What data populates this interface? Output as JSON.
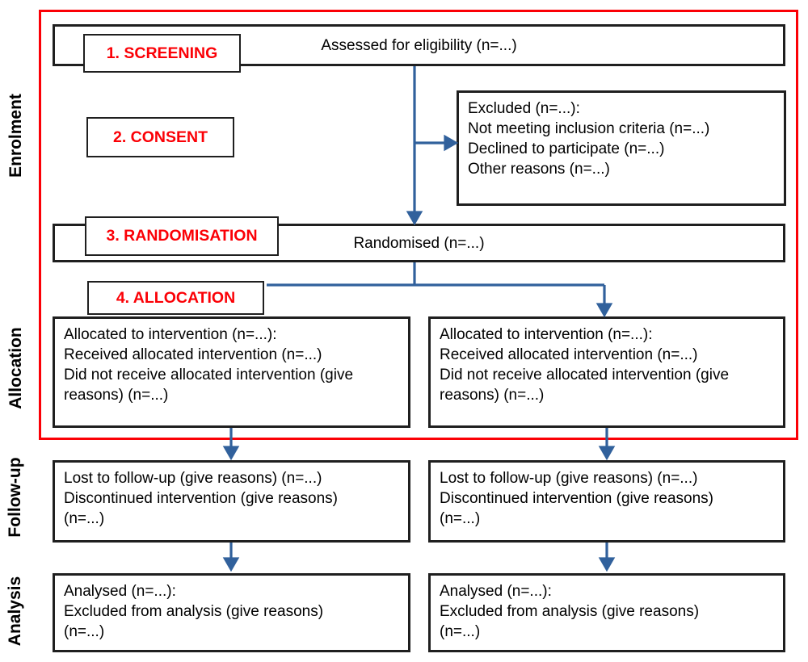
{
  "colors": {
    "arrow_blue": "#31619c",
    "frame_red": "#fb0006",
    "step_label_red": "#fb0006",
    "box_border": "#1f1f1f",
    "text": "#000000",
    "background": "#ffffff"
  },
  "side_labels": {
    "enrolment": "Enrolment",
    "allocation": "Allocation",
    "follow_up": "Follow-up",
    "analysis": "Analysis"
  },
  "step_labels": {
    "screening": "1. SCREENING",
    "consent": "2. CONSENT",
    "randomisation": "3. RANDOMISATION",
    "allocation": "4. ALLOCATION"
  },
  "boxes": {
    "assessed": {
      "text": "Assessed for eligibility (n=...)"
    },
    "excluded": {
      "lines": [
        "Excluded (n=...):",
        "Not meeting inclusion criteria (n=...)",
        "Declined to participate (n=...)",
        "Other reasons (n=...)"
      ]
    },
    "randomised": {
      "text": "Randomised (n=...)"
    },
    "allocated": {
      "lines": [
        "Allocated to intervention (n=...):",
        "Received allocated intervention (n=...)",
        "Did not receive allocated intervention (give",
        "reasons) (n=...)"
      ]
    },
    "follow_up": {
      "lines": [
        "Lost to follow-up (give reasons) (n=...)",
        "Discontinued intervention (give reasons)",
        "(n=...)"
      ]
    },
    "analysed": {
      "lines": [
        "Analysed (n=...):",
        "Excluded from analysis (give reasons)",
        "(n=...)"
      ]
    }
  }
}
